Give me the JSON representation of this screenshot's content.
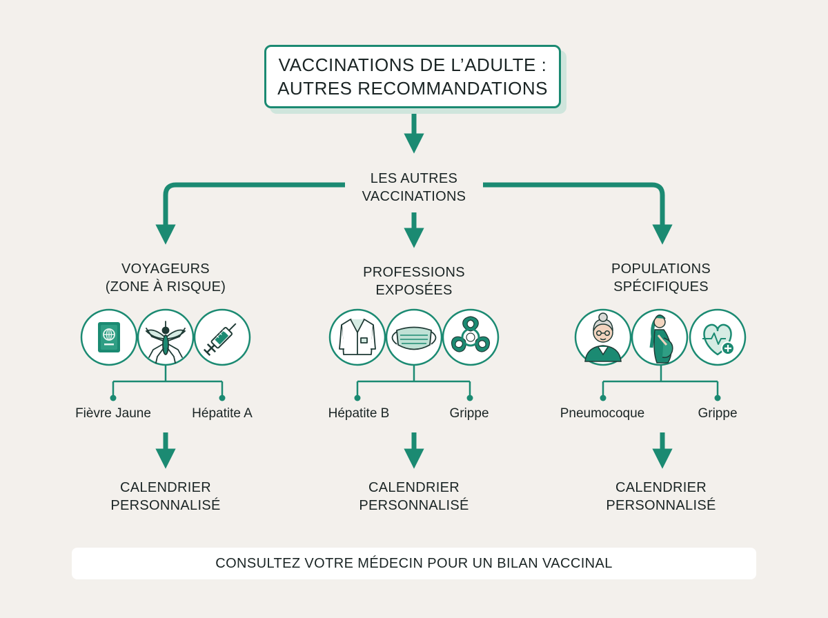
{
  "title": {
    "line1": "VACCINATIONS DE L’ADULTE :",
    "line2": "AUTRES RECOMMANDATIONS"
  },
  "hub": {
    "line1": "LES AUTRES",
    "line2": "VACCINATIONS"
  },
  "branches": [
    {
      "title_line1": "VOYAGEURS",
      "title_line2": "(ZONE À RISQUE)",
      "icons": [
        "passport-icon",
        "mosquito-icon",
        "syringe-icon"
      ],
      "items": [
        "Fièvre Jaune",
        "Hépatite A"
      ],
      "outcome_line1": "CALENDRIER",
      "outcome_line2": "PERSONNALISÉ"
    },
    {
      "title_line1": "PROFESSIONS",
      "title_line2": "EXPOSÉES",
      "icons": [
        "lab-coat-icon",
        "face-mask-icon",
        "biohazard-icon"
      ],
      "items": [
        "Hépatite B",
        "Grippe"
      ],
      "outcome_line1": "CALENDRIER",
      "outcome_line2": "PERSONNALISÉ"
    },
    {
      "title_line1": "POPULATIONS",
      "title_line2": "SPÉCIFIQUES",
      "icons": [
        "elderly-person-icon",
        "pregnant-woman-icon",
        "heart-health-icon"
      ],
      "items": [
        "Pneumocoque",
        "Grippe"
      ],
      "outcome_line1": "CALENDRIER",
      "outcome_line2": "PERSONNALISÉ"
    }
  ],
  "footer": "CONSULTEZ VOTRE MÉDECIN POUR UN BILAN VACCINAL",
  "colors": {
    "accent": "#1b8a72",
    "accent_light": "#d6ece4",
    "background": "#f3f0ec"
  }
}
